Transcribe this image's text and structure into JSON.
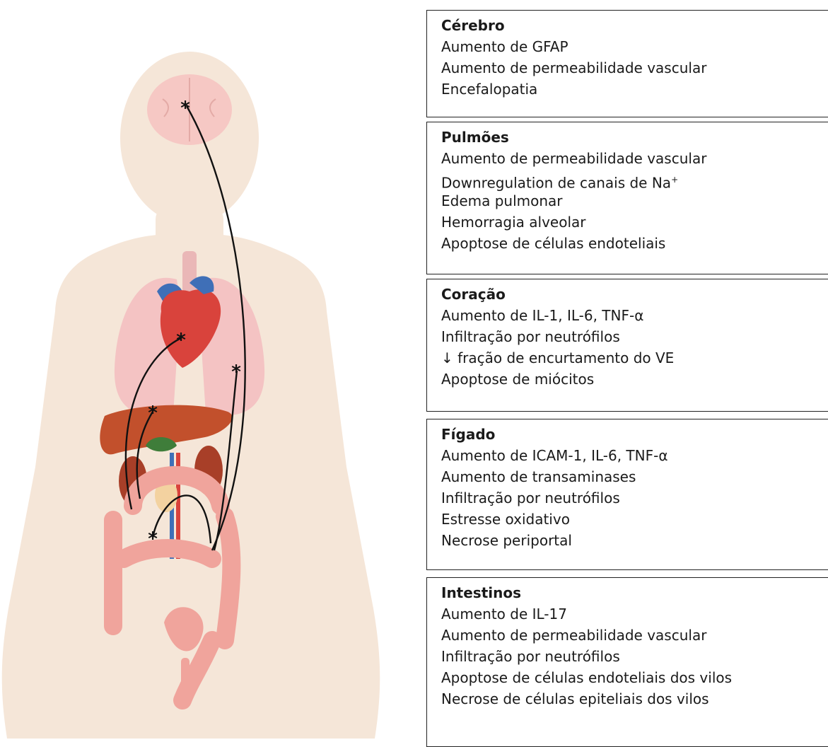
{
  "panels": [
    {
      "title": "Cérebro",
      "lines": [
        "Aumento de GFAP",
        "Aumento de permeabilidade vascular",
        "Encefalopatia"
      ]
    },
    {
      "title": "Pulmões",
      "lines": [
        "Aumento de permeabilidade vascular",
        "Downregulation de canais de Na",
        "Edema pulmonar",
        "Hemorragia alveolar",
        "Apoptose de células endoteliais"
      ],
      "superscript": "+"
    },
    {
      "title": "Coração",
      "lines": [
        "Aumento de IL-1, IL-6, TNF-α",
        "Infiltração por neutrófilos",
        "↓ fração de encurtamento do VE",
        "Apoptose de miócitos"
      ]
    },
    {
      "title": "Fígado",
      "lines": [
        "Aumento de ICAM-1, IL-6, TNF-α",
        "Aumento de transaminases",
        "Infiltração por neutrófilos",
        "Estresse oxidativo",
        "Necrose periportal"
      ]
    },
    {
      "title": "Intestinos",
      "lines": [
        "Aumento de IL-17",
        "Aumento de permeabilidade vascular",
        "Infiltração por neutrófilos",
        "Apoptose de células endoteliais dos vilos",
        "Necrose de células epiteliais dos vilos"
      ]
    }
  ],
  "colors": {
    "body": "#f5e6d8",
    "brain": "#f6c8c4",
    "lungs": "#f4c3c3",
    "heart": "#d9433c",
    "vessel_blue": "#3f6fb7",
    "liver": "#c2502c",
    "kidney": "#a83f28",
    "intestine": "#f0a49c",
    "arrow": "#111111"
  },
  "marker_symbol": "*"
}
